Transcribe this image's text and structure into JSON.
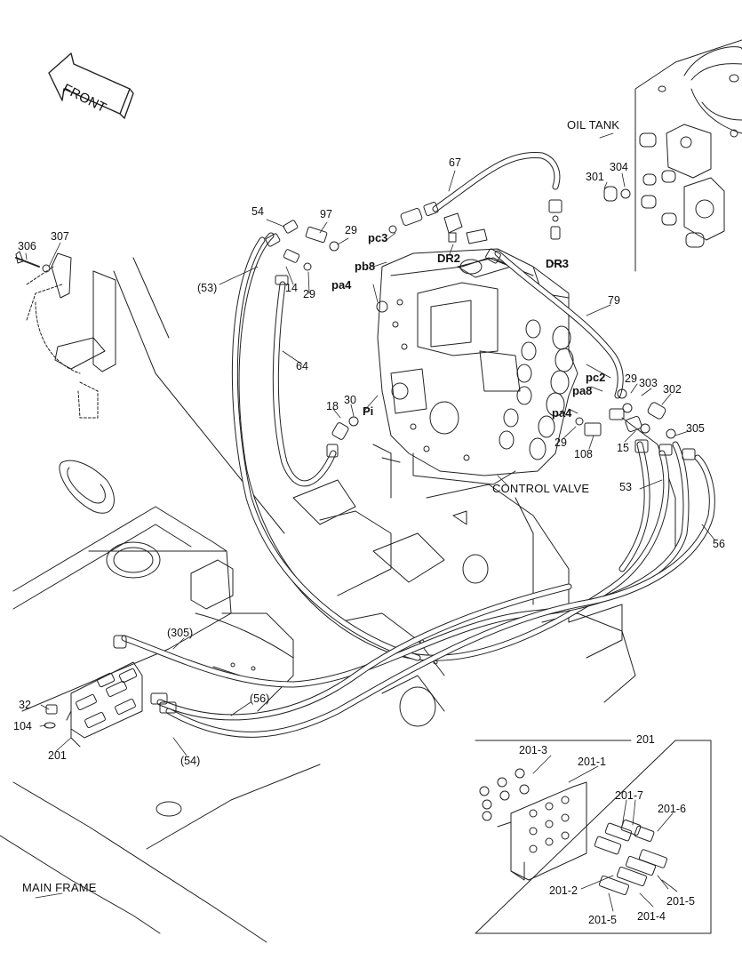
{
  "captions": {
    "front": "FRONT",
    "oil_tank": "OIL TANK",
    "control_valve": "CONTROL VALVE",
    "main_frame": "MAIN FRAME"
  },
  "ports": {
    "pc3": "pc3",
    "pb8": "pb8",
    "pa4_top": "pa4",
    "dr2": "DR2",
    "dr3": "DR3",
    "pi": "Pi",
    "pc2": "pc2",
    "pa8": "pa8",
    "pa4_right": "pa4"
  },
  "parts": {
    "p306": "306",
    "p307": "307",
    "p54": "54",
    "p97": "97",
    "p29a": "29",
    "p53p": "(53)",
    "p14": "14",
    "p29b": "29",
    "p64": "64",
    "p67": "67",
    "p301": "301",
    "p304": "304",
    "p79": "79",
    "p18": "18",
    "p30": "30",
    "p29c": "29",
    "p303": "303",
    "p302": "302",
    "p305": "305",
    "p15": "15",
    "p29d": "29",
    "p108": "108",
    "p53": "53",
    "p56": "56",
    "p305p": "(305)",
    "p56p": "(56)",
    "p54p": "(54)",
    "p32": "32",
    "p104": "104",
    "p201": "201"
  },
  "detail": {
    "title": "201",
    "labels": {
      "d201_3": "201-3",
      "d201_1": "201-1",
      "d201_7": "201-7",
      "d201_6": "201-6",
      "d201_2": "201-2",
      "d201_5a": "201-5",
      "d201_5b": "201-5",
      "d201_4": "201-4"
    }
  }
}
